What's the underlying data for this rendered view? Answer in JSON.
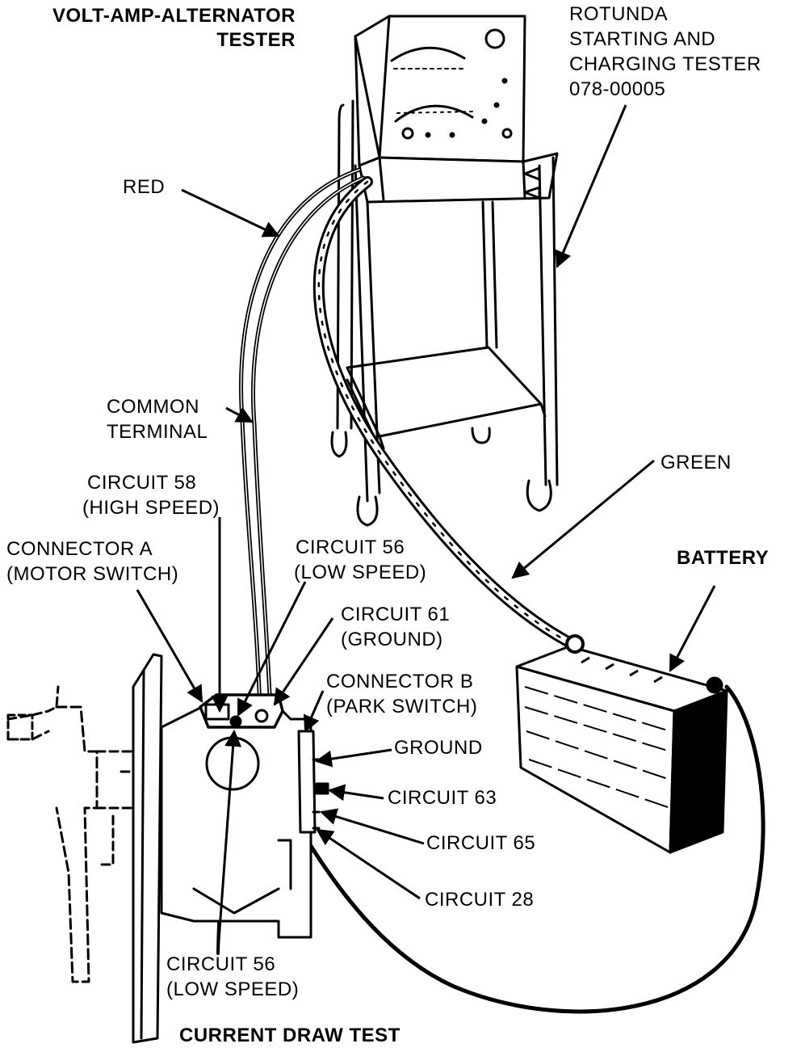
{
  "labels": {
    "volt_amp_line1": "VOLT-AMP-ALTERNATOR",
    "volt_amp_line2": "TESTER",
    "rotunda_line1": "ROTUNDA",
    "rotunda_line2": "STARTING AND",
    "rotunda_line3": "CHARGING TESTER",
    "rotunda_line4": "078-00005",
    "red": "RED",
    "common_line1": "COMMON",
    "common_line2": "TERMINAL",
    "circuit58_line1": "CIRCUIT 58",
    "circuit58_line2": "(HIGH SPEED)",
    "connector_a_line1": "CONNECTOR A",
    "connector_a_line2": "(MOTOR SWITCH)",
    "circuit56_top_line1": "CIRCUIT 56",
    "circuit56_top_line2": "(LOW SPEED)",
    "circuit61_line1": "CIRCUIT 61",
    "circuit61_line2": "(GROUND)",
    "connector_b_line1": "CONNECTOR B",
    "connector_b_line2": "(PARK SWITCH)",
    "green": "GREEN",
    "battery": "BATTERY",
    "ground": "GROUND",
    "circuit63": "CIRCUIT 63",
    "circuit65": "CIRCUIT 65",
    "circuit28": "CIRCUIT 28",
    "circuit56_bottom_line1": "CIRCUIT 56",
    "circuit56_bottom_line2": "(LOW SPEED)",
    "caption": "CURRENT DRAW TEST"
  },
  "colors": {
    "ink": "#000000",
    "paper": "#ffffff"
  }
}
